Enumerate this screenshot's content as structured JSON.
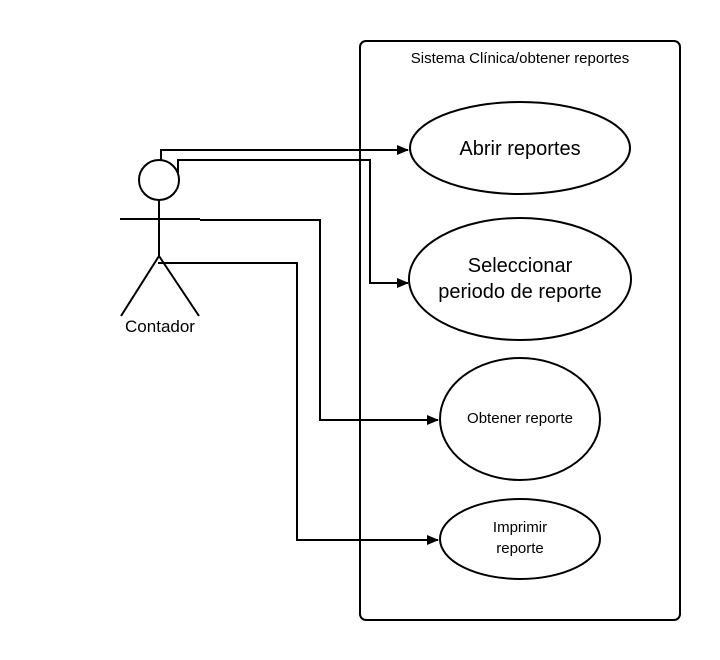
{
  "system": {
    "title": "Sistema Clínica/obtener reportes"
  },
  "actor": {
    "label": "Contador"
  },
  "use_cases": [
    {
      "id": "abrir",
      "lines": [
        "Abrir reportes"
      ]
    },
    {
      "id": "seleccionar",
      "lines": [
        "Seleccionar",
        "periodo de reporte"
      ]
    },
    {
      "id": "obtener",
      "lines": [
        "Obtener reporte"
      ]
    },
    {
      "id": "imprimir",
      "lines": [
        "Imprimir",
        "reporte"
      ]
    }
  ],
  "colors": {
    "stroke": "#000000",
    "background": "#ffffff"
  }
}
